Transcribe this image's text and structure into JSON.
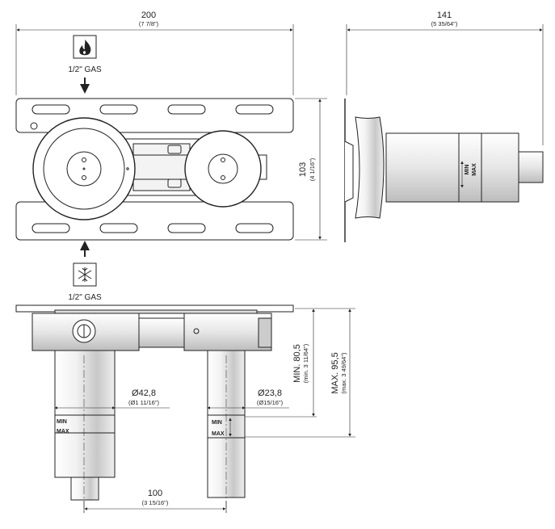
{
  "top_view": {
    "width_mm": "200",
    "width_in": "(7 7/8\")",
    "height_mm": "103",
    "height_in": "(4 1/16\")",
    "hot_inlet_label": "1/2\" GAS",
    "cold_inlet_label": "1/2\" GAS"
  },
  "side_view": {
    "depth_mm": "141",
    "depth_in": "(5 35/64\")",
    "min_label": "MIN",
    "max_label": "MAX"
  },
  "front_view": {
    "min_depth_mm": "MIN. 80,5",
    "min_depth_in": "(min. 3 11/64\")",
    "max_depth_mm": "MAX. 95,5",
    "max_depth_in": "(max. 3 49/64\")",
    "large_diameter_mm": "Ø42,8",
    "large_diameter_in": "(Ø1 11/16\")",
    "small_diameter_mm": "Ø23,8",
    "small_diameter_in": "(Ø15/16\")",
    "spacing_mm": "100",
    "spacing_in": "(3 15/16\")",
    "left_min_label": "MIN",
    "left_max_label": "MAX",
    "right_min_label": "MIN",
    "right_max_label": "MAX"
  },
  "icons": {
    "hot": "flame-icon",
    "cold": "snowflake-icon"
  },
  "colors": {
    "line": "#222222",
    "body_fill": "#ffffff",
    "shade": "#d0d0d0"
  }
}
